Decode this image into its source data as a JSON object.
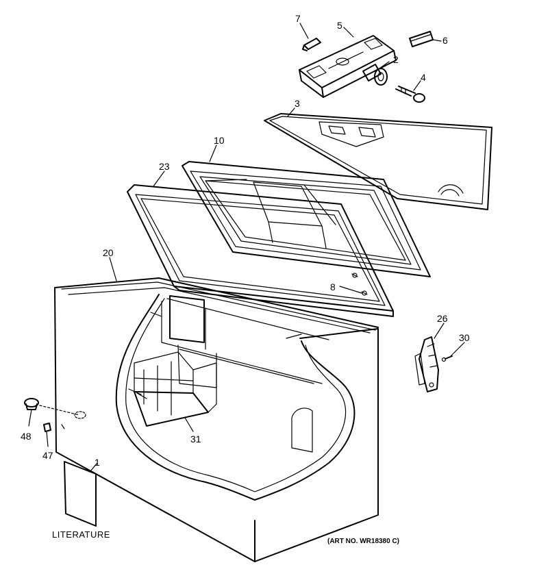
{
  "callouts": [
    {
      "id": "c7",
      "text": "7"
    },
    {
      "id": "c5",
      "text": "5"
    },
    {
      "id": "c6",
      "text": "6"
    },
    {
      "id": "c2",
      "text": "2"
    },
    {
      "id": "c4",
      "text": "4"
    },
    {
      "id": "c3",
      "text": "3"
    },
    {
      "id": "c10",
      "text": "10"
    },
    {
      "id": "c23",
      "text": "23"
    },
    {
      "id": "c20",
      "text": "20"
    },
    {
      "id": "c8",
      "text": "8"
    },
    {
      "id": "c26",
      "text": "26"
    },
    {
      "id": "c30",
      "text": "30"
    },
    {
      "id": "c31",
      "text": "31"
    },
    {
      "id": "c48",
      "text": "48"
    },
    {
      "id": "c47",
      "text": "47"
    },
    {
      "id": "c1",
      "text": "1"
    }
  ],
  "literature_label": "LITERATURE",
  "art_number": "(ART NO. WR18380 C)"
}
